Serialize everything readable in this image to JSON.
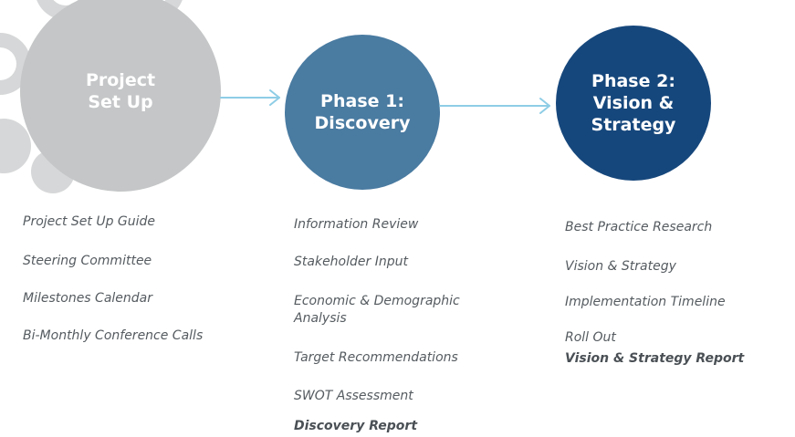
{
  "phases": [
    {
      "title": "Project\nSet Up",
      "color": "#c4c6c7"
    },
    {
      "title": "Phase 1:\nDiscovery",
      "color": "#4a7ba1"
    },
    {
      "title": "Phase 2:\nVision &\nStrategy",
      "color": "#16477c"
    }
  ],
  "arrow_color": "#8ecde6",
  "columns": [
    {
      "items": [
        "Project Set Up Guide",
        "Steering Committee",
        "Milestones Calendar",
        "Bi-Monthly Conference Calls"
      ]
    },
    {
      "items": [
        "Information Review",
        "Stakeholder Input",
        "Economic & Demographic Analysis",
        "Target Recommendations",
        "SWOT Assessment"
      ],
      "report": "Discovery Report"
    },
    {
      "items": [
        "Best Practice Research",
        "Vision & Strategy",
        "Implementation Timeline",
        "Roll Out"
      ],
      "report": "Vision & Strategy Report"
    }
  ]
}
